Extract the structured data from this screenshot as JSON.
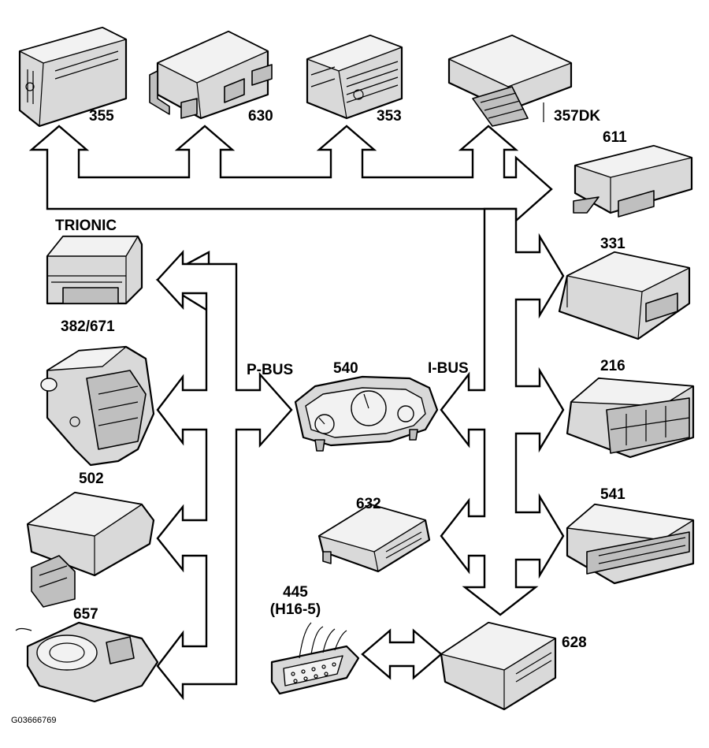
{
  "labels": {
    "m355": "355",
    "m630": "630",
    "m353": "353",
    "m357dk": "357DK",
    "m611": "611",
    "trionic": "TRIONIC",
    "m331": "331",
    "m382_671": "382/671",
    "pbus": "P-BUS",
    "m540": "540",
    "ibus": "I-BUS",
    "m216": "216",
    "m502": "502",
    "m541": "541",
    "m632": "632",
    "m445": "445",
    "m445_sub": "(H16-5)",
    "m657": "657",
    "m628": "628",
    "figure_id": "G03666769"
  }
}
